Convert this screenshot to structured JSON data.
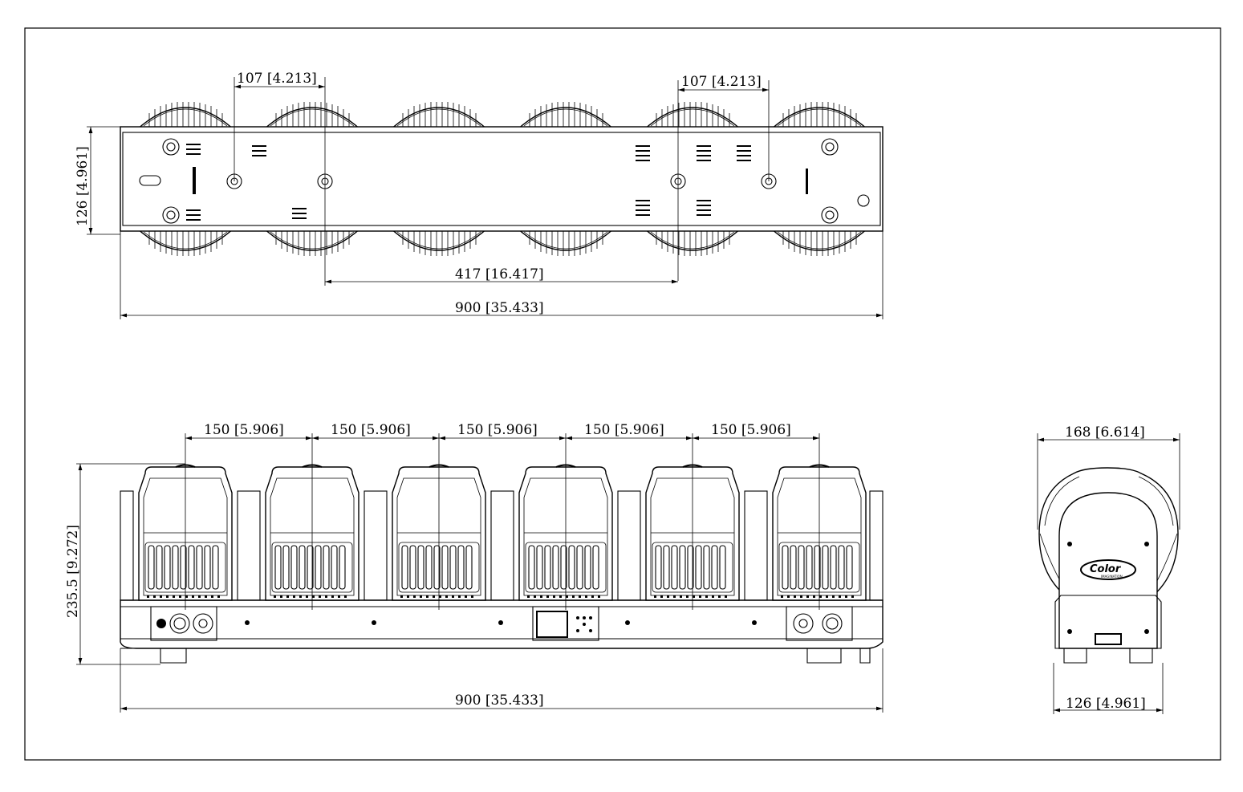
{
  "top_view": {
    "dim_spacing_left": "107 [4.213]",
    "dim_spacing_right": "107 [4.213]",
    "dim_depth": "126 [4.961]",
    "dim_mount_span": "417 [16.417]",
    "dim_total_width": "900 [35.433]"
  },
  "front_view": {
    "dim_pitch": [
      "150 [5.906]",
      "150 [5.906]",
      "150 [5.906]",
      "150 [5.906]",
      "150 [5.906]"
    ],
    "dim_height": "235.5 [9.272]",
    "dim_total_width": "900 [35.433]"
  },
  "side_view": {
    "dim_head_width": "168 [6.614]",
    "dim_base_width": "126 [4.961]",
    "logo_text": "Color",
    "logo_subtext": "IMAGINATION"
  },
  "colors": {
    "line": "#000000",
    "background": "#ffffff"
  }
}
